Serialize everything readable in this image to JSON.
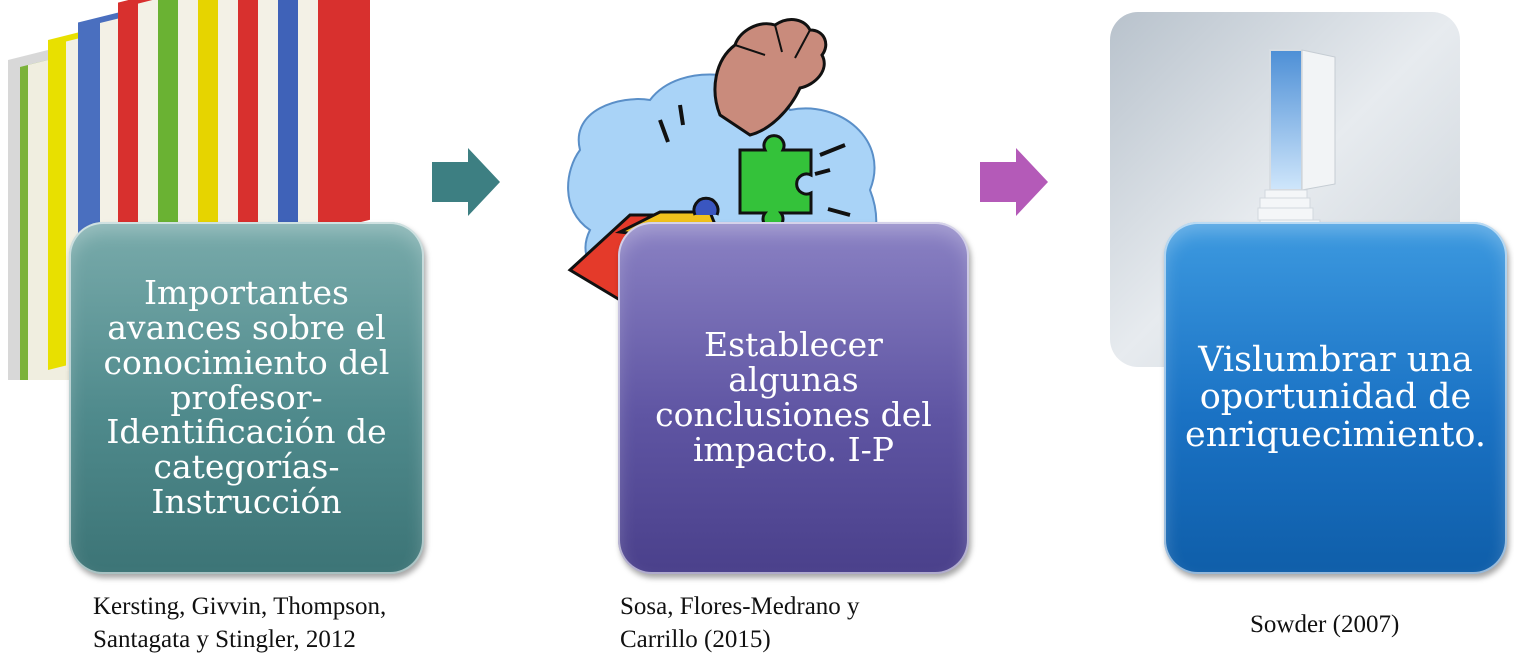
{
  "steps": [
    {
      "text": "Importantes avances sobre el conocimiento del profesor-Identificación de categorías-Instrucción",
      "lines": [
        "Importantes",
        "avances sobre el",
        "conocimiento del",
        "profesor-",
        "Identificación de",
        "categorías-",
        "Instrucción"
      ],
      "citation_lines": [
        "Kersting, Givvin, Thompson,",
        "Santagata y Stingler, 2012"
      ],
      "image": "books-stack",
      "color": "#5a9294"
    },
    {
      "text": "Establecer algunas conclusiones del impacto. I-P",
      "lines": [
        "Establecer",
        "algunas",
        "conclusiones del",
        "impacto. I-P"
      ],
      "citation_lines": [
        "Sosa, Flores-Medrano y",
        "Carrillo (2015)"
      ],
      "image": "puzzle-hand",
      "color": "#5f55a3"
    },
    {
      "text": "Vislumbrar una oportunidad de enriquecimiento.",
      "lines": [
        "Vislumbrar una",
        "oportunidad de",
        "enriquecimiento."
      ],
      "citation_lines": [
        "Sowder (2007)"
      ],
      "image": "door-stairs-sky",
      "color": "#1a72c4"
    }
  ],
  "arrows": [
    {
      "icon": "arrow-right-icon",
      "color": "#3d7f82"
    },
    {
      "icon": "arrow-right-icon",
      "color": "#b45ab8"
    }
  ]
}
